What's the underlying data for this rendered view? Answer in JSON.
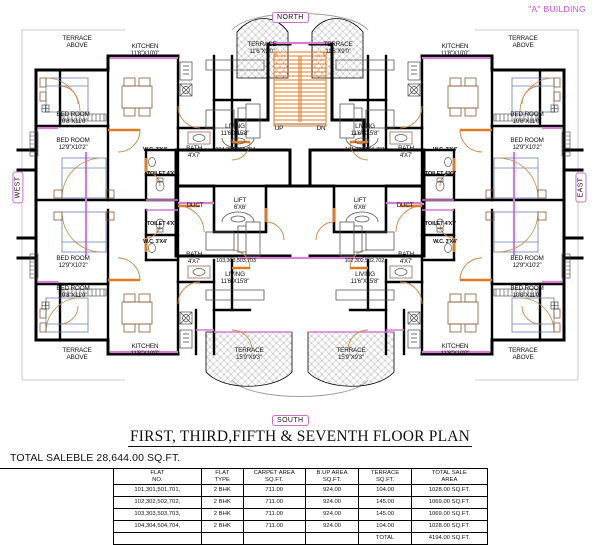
{
  "meta": {
    "building_label": "\"A\" BUILDING",
    "plan_title": "FIRST, THIRD,FIFTH & SEVENTH  FLOOR  PLAN",
    "total_saleble": "TOTAL SALEBLE 28,644.00  SQ.FT."
  },
  "directions": {
    "north": "NORTH",
    "south": "SOUTH",
    "east": "EAST",
    "west": "WEST"
  },
  "core": {
    "stair_up": "UP",
    "stair_dn": "DN",
    "lift_name": "LIFT",
    "lift_dim": "6'X6'",
    "duct": "DUCT"
  },
  "rooms": {
    "terrace_above": {
      "name": "TERRACE",
      "name2": "ABOVE"
    },
    "kitchen": {
      "name": "KITCHEN",
      "dim": "11'8\"X10'0\""
    },
    "terrace_north": {
      "name": "TERRACE",
      "dim": "11'6\"X9'0\""
    },
    "terrace_south": {
      "name": "TERRACE",
      "dim": "15'9\"X9'3\""
    },
    "bed_small": {
      "name": "BED  ROOM",
      "dim": "10'8\"X11'0\""
    },
    "bed_large": {
      "name": "BED  ROOM",
      "dim": "12'9\"X10'2\""
    },
    "living": {
      "name": "LIVING",
      "dim": "11'6\"X15'8\""
    },
    "bath": {
      "name": "BATH",
      "dim": "4'X7'"
    },
    "wc": {
      "name": "W.C.",
      "dim": "3'X4'"
    },
    "toilet": {
      "name": "TOILET",
      "dim": "4'X7'"
    }
  },
  "flat_tags": {
    "nw": "104,304,504,704,",
    "ne": "101,301,501,701",
    "sw": "103,303,503,703",
    "se": "102,302,502,702,"
  },
  "table": {
    "headers": [
      {
        "l1": "FLAT",
        "l2": "NO."
      },
      {
        "l1": "FLAT",
        "l2": "TYPE"
      },
      {
        "l1": "CARPET AREA",
        "l2": "SQ.FT."
      },
      {
        "l1": "B.UP AREA",
        "l2": "SQ.FT."
      },
      {
        "l1": "TERRACE",
        "l2": "SQ.FT."
      },
      {
        "l1": "TOTAL SALE",
        "l2": "AREA"
      }
    ],
    "rows": [
      {
        "flat_no": "101,301,501,701,",
        "flat_type": "2 BHK",
        "carpet": "711.00",
        "bup": "924.00",
        "terrace": "104.00",
        "total": "1028.00  SQ.FT."
      },
      {
        "flat_no": "102,302,502,702,",
        "flat_type": "2 BHK",
        "carpet": "711.00",
        "bup": "924.00",
        "terrace": "145.00",
        "total": "1069.00  SQ.FT."
      },
      {
        "flat_no": "103,303,503,703,",
        "flat_type": "2 BHK",
        "carpet": "711.00",
        "bup": "924.00",
        "terrace": "145.00",
        "total": "1069.00  SQ.FT."
      },
      {
        "flat_no": "104,304,504,704,",
        "flat_type": "2 BHK",
        "carpet": "711.00",
        "bup": "924.00",
        "terrace": "104.00",
        "total": "1028.00  SQ.FT."
      }
    ],
    "total_row": {
      "label": "TOTAL",
      "value": "4194.00  SQ.FT."
    }
  },
  "colors": {
    "wall": "#000000",
    "magenta": "#d47fd4",
    "orange": "#e07a20",
    "furniture_brown": "#8a5a3a",
    "furniture_blue": "#6a7fb5",
    "accent_pink": "#d14fd1"
  }
}
